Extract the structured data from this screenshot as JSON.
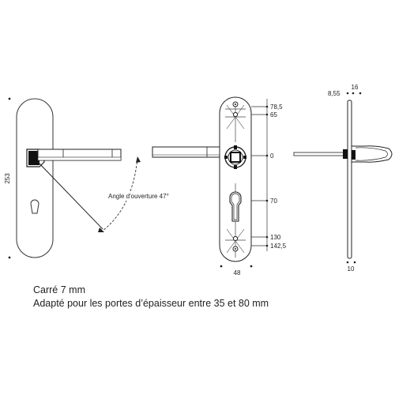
{
  "front_view": {
    "height_label": "253",
    "angle_label": "Angle d'ouverture 47°"
  },
  "back_view": {
    "dims_right": [
      "78,5",
      "65",
      "0",
      "70",
      "130",
      "142,5"
    ],
    "width_label": "48"
  },
  "side_view": {
    "top_dim_right": "16",
    "top_dim_left": "8,55",
    "bottom_dim": "10"
  },
  "specs": {
    "line1": "Carré 7 mm",
    "line2": "Adapté pour les portes d’épaisseur entre 35 et 80 mm"
  }
}
